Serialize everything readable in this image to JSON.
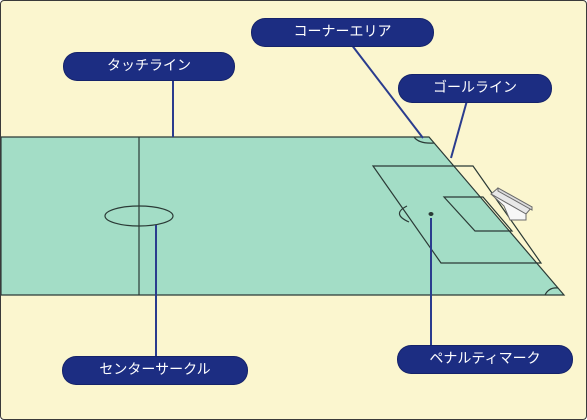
{
  "labels": {
    "touch_line": "タッチライン",
    "corner_area": "コーナーエリア",
    "goal_line": "ゴールライン",
    "center_circle": "センターサークル",
    "penalty_mark": "ペナルティマーク"
  },
  "colors": {
    "background": "#fbf6cf",
    "field": "#a3ddc6",
    "line": "#2b3a36",
    "label_bg": "#1c2d82",
    "label_text": "#ffffff",
    "leader": "#2a3c8e"
  }
}
